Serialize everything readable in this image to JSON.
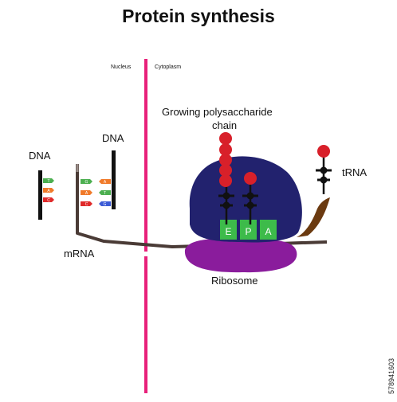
{
  "title": "Protein synthesis",
  "labels": {
    "nucleus": "Nucleus",
    "cytoplasm": "Cytoplasm",
    "growing_chain": "Growing polysaccharide",
    "growing_chain_2": "chain",
    "dna_left": "DNA",
    "dna_right": "DNA",
    "trna": "tRNA",
    "mrna": "mRNA",
    "ribosome": "Ribosome",
    "site_e": "E",
    "site_p": "P",
    "site_a": "A",
    "watermark": "578941603"
  },
  "colors": {
    "membrane": "#e8207a",
    "ribosome_large": "#22226e",
    "ribosome_small": "#8a1c9c",
    "mrna": "#4a3b36",
    "sites": "#3dbb4a",
    "amino_acid": "#d8202a",
    "trna_tail": "#6b3a10"
  },
  "dna_bases_left": [
    {
      "letter": "T",
      "color": "#4caf50"
    },
    {
      "letter": "A",
      "color": "#f07a2a"
    },
    {
      "letter": "C",
      "color": "#e02a2a"
    }
  ],
  "dna_bases_right": [
    {
      "left": "G",
      "left_color": "#4caf50",
      "right": "A",
      "right_color": "#f07a2a"
    },
    {
      "left": "A",
      "left_color": "#f07a2a",
      "right": "T",
      "right_color": "#4caf50"
    },
    {
      "left": "C",
      "left_color": "#e02a2a",
      "right": "G",
      "right_color": "#3b5bd6"
    }
  ]
}
